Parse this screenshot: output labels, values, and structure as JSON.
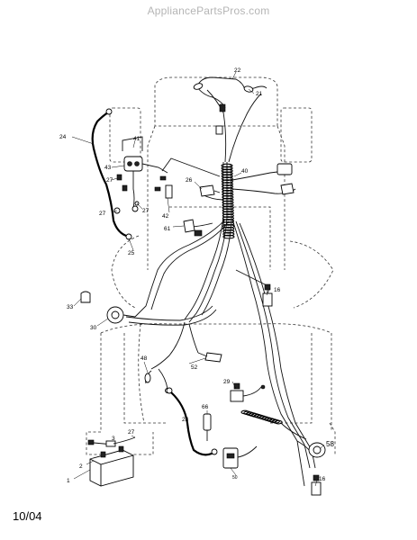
{
  "header": {
    "watermark": "AppliancePartsPros.com"
  },
  "footer": {
    "date_code": "10/04"
  },
  "callouts": {
    "c1": "1",
    "c2": "2",
    "c16a": "16",
    "c16b": "16",
    "c21": "21",
    "c22": "22",
    "c24": "24",
    "c25": "25",
    "c26": "26",
    "c27a": "27",
    "c27b": "27",
    "c27c": "27",
    "c27d": "27",
    "c28": "28",
    "c29": "29",
    "c30": "30",
    "c33": "33",
    "c40": "40",
    "c41": "41",
    "c42": "42",
    "c43": "43",
    "c48": "48",
    "c50": "50",
    "c52": "52",
    "c58": "58",
    "c61": "61",
    "c66": "66",
    "c_b3": "3"
  }
}
